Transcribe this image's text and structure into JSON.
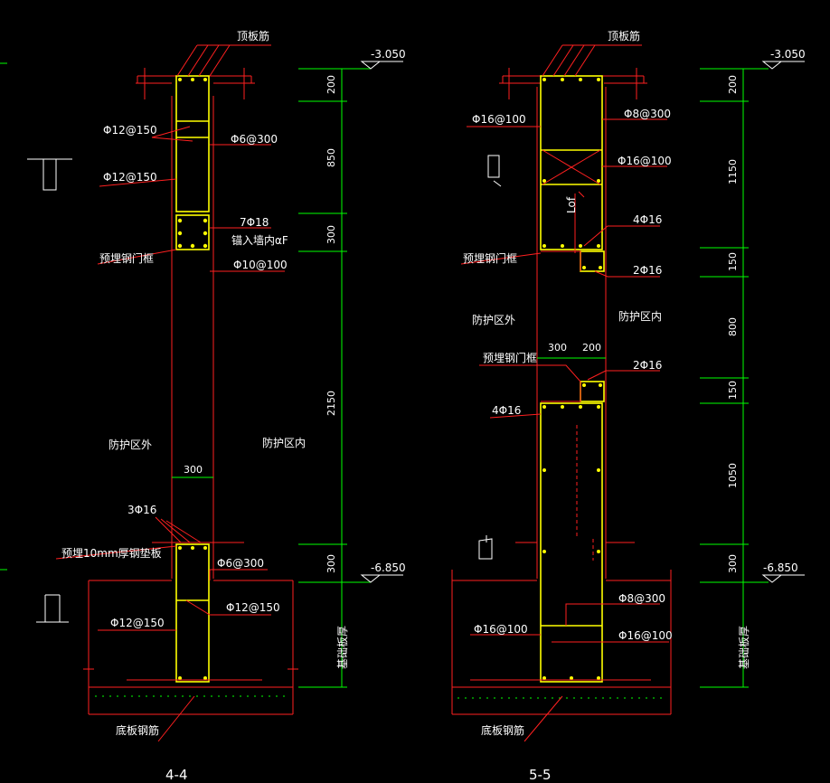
{
  "drawing": {
    "section_44": {
      "title": "4-4",
      "labels": {
        "top_rebar": "顶板筋",
        "bottom_rebar": "底板钢筋",
        "outside": "防护区外",
        "inside": "防护区内",
        "frame": "预埋钢门框",
        "plate": "预埋10mm厚钢垫板",
        "anchor": "锚入墙内αF",
        "foundation": "基础板厚"
      },
      "rebar": [
        "Φ12@150",
        "Φ6@300",
        "Φ12@150",
        "7Φ18",
        "Φ10@100",
        "3Φ16",
        "Φ6@300",
        "Φ12@150",
        "Φ12@150"
      ],
      "dims": [
        "200",
        "850",
        "300",
        "2150",
        "300",
        "300"
      ],
      "levels": [
        "-3.050",
        "-6.850"
      ]
    },
    "section_55": {
      "title": "5-5",
      "labels": {
        "top_rebar": "顶板筋",
        "bottom_rebar": "底板钢筋",
        "outside": "防护区外",
        "inside": "防护区内",
        "frame": "预埋钢门框",
        "frame2": "预埋钢门框",
        "lof": "Lof",
        "foundation": "基础板厚"
      },
      "rebar": [
        "Φ16@100",
        "Φ8@300",
        "Φ16@100",
        "4Φ16",
        "2Φ16",
        "2Φ16",
        "4Φ16",
        "Φ8@300",
        "Φ16@100",
        "Φ16@100"
      ],
      "dims": [
        "200",
        "1150",
        "150",
        "800",
        "150",
        "1050",
        "300",
        "300",
        "200"
      ],
      "levels": [
        "-3.050",
        "-6.850"
      ]
    }
  }
}
